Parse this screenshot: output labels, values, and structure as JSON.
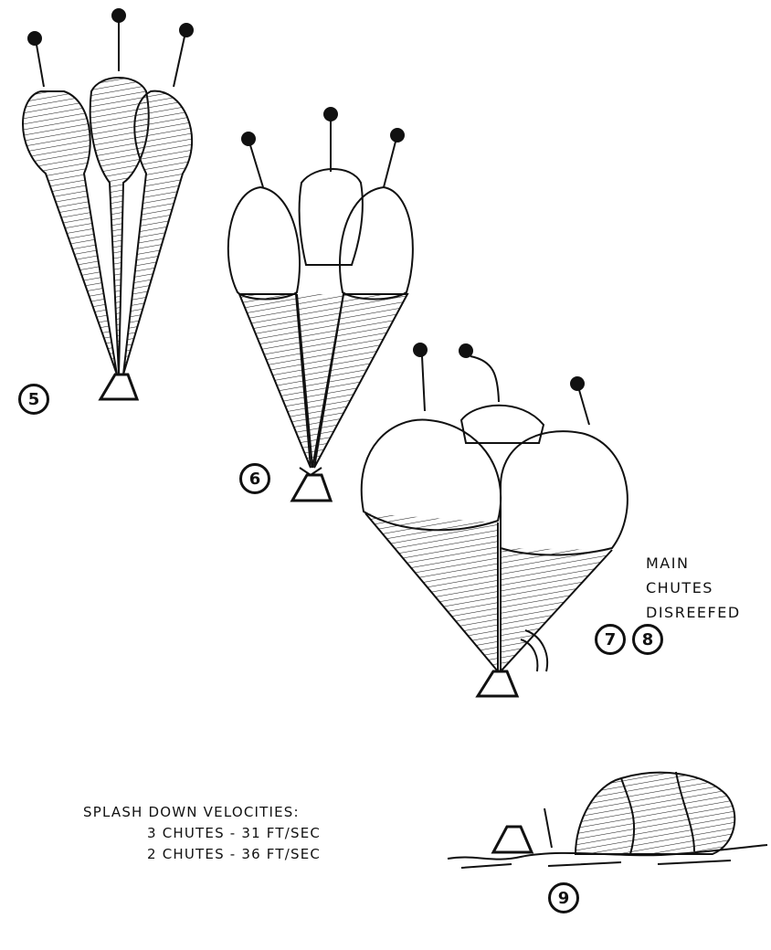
{
  "stages": [
    "5",
    "6",
    "7",
    "8",
    "9"
  ],
  "main_chutes_label": [
    "MAIN",
    "CHUTES",
    "DISREEFED"
  ],
  "splashdown": {
    "title": "SPLASH DOWN VELOCITIES:",
    "lines": [
      "3 CHUTES - 31 FT/SEC",
      "2 CHUTES - 36 FT/SEC"
    ]
  }
}
